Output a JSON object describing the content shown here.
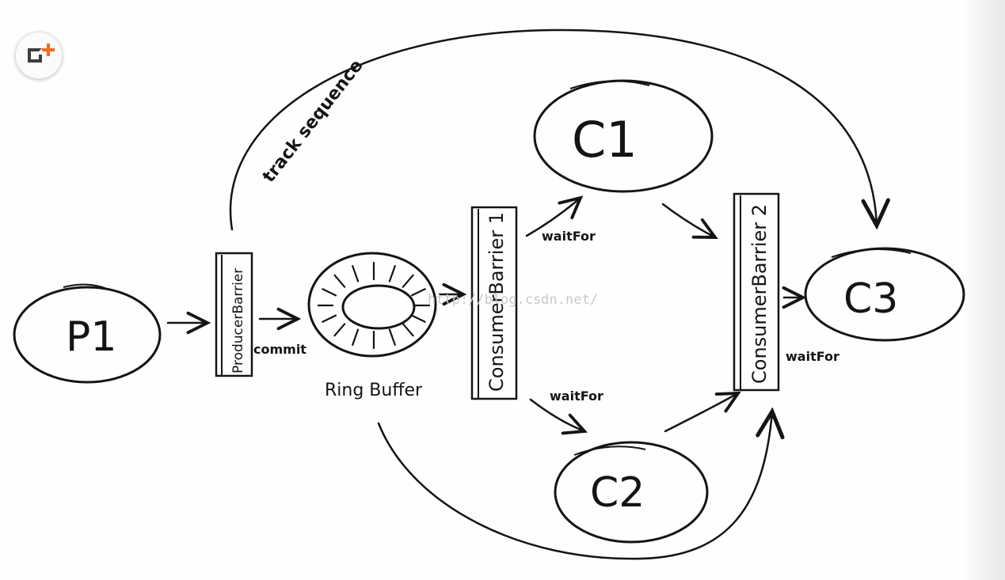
{
  "colors": {
    "ink": "#141414",
    "accent": "#f26a21",
    "watermark": "#c9c9c9"
  },
  "toolbar": {
    "icon": "add-frame-icon"
  },
  "diagram": {
    "nodes": {
      "p1": "P1",
      "c1": "C1",
      "c2": "C2",
      "c3": "C3",
      "producer_barrier": "ProducerBarrier",
      "consumer_barrier_1": "ConsumerBarrier 1",
      "consumer_barrier_2": "ConsumerBarrier 2",
      "ring_buffer": "Ring Buffer"
    },
    "edge_labels": {
      "commit": "commit",
      "track_sequence": "track sequence",
      "waitfor_c1": "waitFor",
      "waitfor_c2": "waitFor",
      "waitfor_c3": "waitFor"
    },
    "watermark": "http://blog.csdn.net/"
  }
}
